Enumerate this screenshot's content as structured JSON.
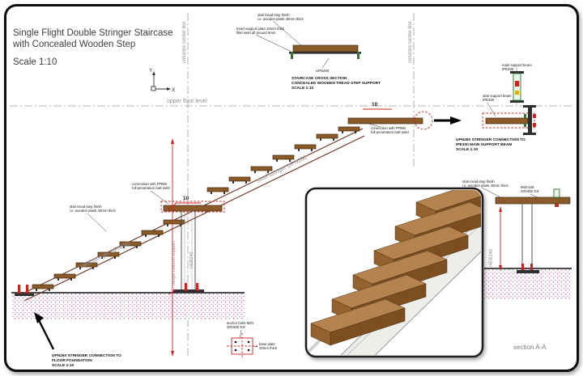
{
  "title": {
    "line1": "Single Flight Double Stringer Staircase",
    "line2": "with Concealed Wooden Step",
    "line3": "Scale 1:10"
  },
  "axis": {
    "x": "X",
    "y": "Y"
  },
  "labels": {
    "upper_floor_level": "upper floor level",
    "columns_center_line": "columns center line",
    "steel_stringer": "steel stringer UPN260",
    "single_column_support": "single column support",
    "heb240": "HEB240",
    "section_aa": "section A-A",
    "dim_10": "10",
    "upn260": "UPN260"
  },
  "notes": {
    "cross_section": [
      "STAIRCASE CROSS SECTION",
      "CONCEALED WOODEN TREAD STEP SUPPORT",
      "SCALE 1:10"
    ],
    "ipe_connection": [
      "UPN260 STRINGER CONNECTION TO",
      "IPE330 MAIN SUPPORT BEAM",
      "SCALE 1:10"
    ],
    "foundation_connection": [
      "UPN260 STRINGER CONNECTION TO",
      "FLOOR FOUNDATION",
      "SCALE 1:10"
    ],
    "tread_finish": [
      "stair tread step finish",
      "i.e. wooden plank 40mm thick"
    ],
    "tread_plate": [
      "tread support plate 10mm thick",
      "fillet weld all around 6mm"
    ],
    "fpbw": [
      "connection with FPBW",
      "full penetration butt weld"
    ],
    "stair_support_beam": [
      "stair support beam",
      "IPE330"
    ],
    "support_beam": [
      "main support beam",
      "IPE330"
    ],
    "bolt": [
      "M20 bolt",
      "GRADE 8.8"
    ],
    "anchor": [
      "anchor bolts M20",
      "GRADE 8.8"
    ],
    "base_plate": [
      "base plate",
      "20mm thick"
    ]
  },
  "palette": {
    "wood": "#8a5a28",
    "dimension_red": "#cc2222",
    "hatch_pink": "#e05ab8",
    "centerline_gray": "#9c9c9c",
    "frame_black": "#111111",
    "detail_green": "#2a7a2a"
  }
}
